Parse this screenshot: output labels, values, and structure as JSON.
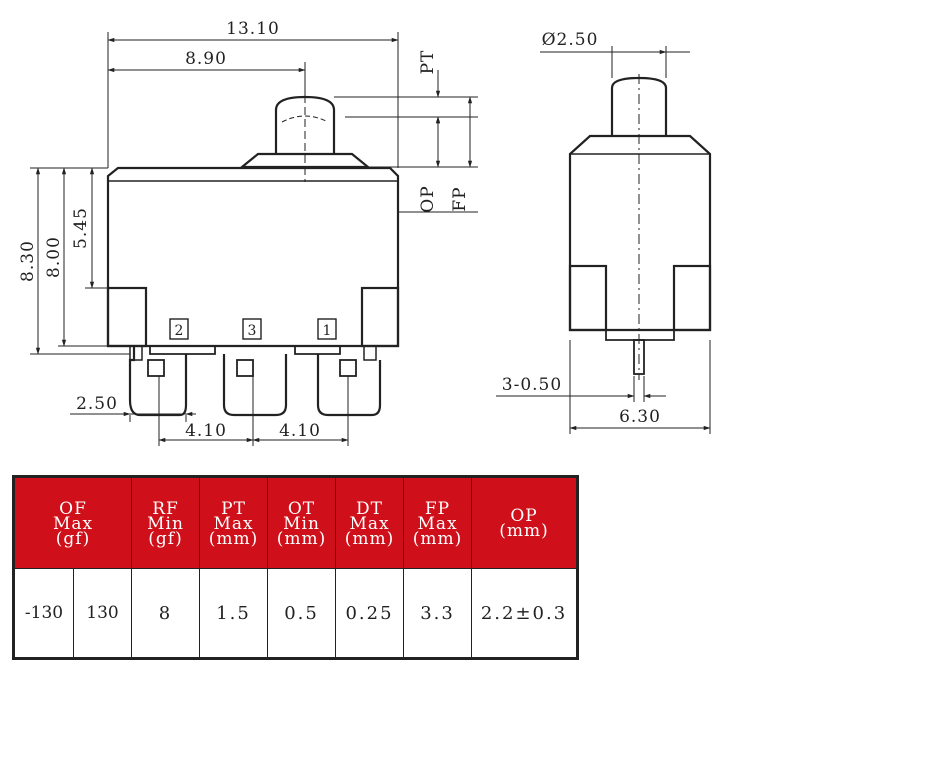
{
  "drawing": {
    "front_dims": {
      "overall_width": "13.10",
      "plunger_offset": "8.90",
      "height_total": "8.30",
      "height_body": "8.00",
      "height_base": "5.45",
      "terminal_width": "2.50",
      "pitch_left": "4.10",
      "pitch_right": "4.10",
      "pt_label": "PT",
      "op_label": "OP",
      "fp_label": "FP"
    },
    "side_dims": {
      "plunger_dia": "Ø2.50",
      "terminal_thk": "3-0.50",
      "width": "6.30"
    },
    "pins": [
      "2",
      "3",
      "1"
    ]
  },
  "table": {
    "headers": [
      {
        "lines": [
          "OF",
          "Max",
          "(gf)"
        ]
      },
      {
        "lines": [
          "RF",
          "Min",
          "(gf)"
        ]
      },
      {
        "lines": [
          "PT",
          "Max",
          "(mm)"
        ]
      },
      {
        "lines": [
          "OT",
          "Min",
          "(mm)"
        ]
      },
      {
        "lines": [
          "DT",
          "Max",
          "(mm)"
        ]
      },
      {
        "lines": [
          "FP",
          "Max",
          "(mm)"
        ]
      },
      {
        "lines": [
          "OP",
          "(mm)"
        ]
      }
    ],
    "row": [
      "-130",
      "130",
      "8",
      "1.5",
      "0.5",
      "0.25",
      "3.3",
      "2.2±0.3"
    ]
  }
}
